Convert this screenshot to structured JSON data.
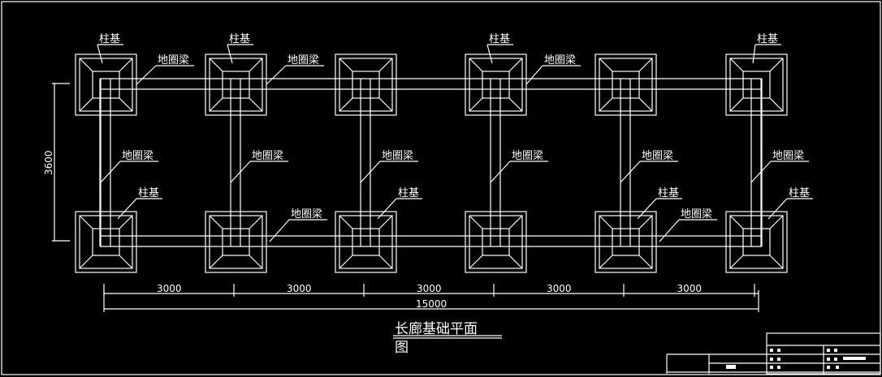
{
  "drawing": {
    "title_line1": "长廊基础平面",
    "title_line2": "图",
    "footing_label": "柱基",
    "beam_label": "地圈梁",
    "dim_vertical": "3600",
    "dim_spans": [
      "3000",
      "3000",
      "3000",
      "3000",
      "3000"
    ],
    "dim_total": "15000",
    "colors": {
      "background": "#000000",
      "lines": "#ffffff"
    }
  },
  "labels": {
    "top_footing": [
      {
        "text": "柱基",
        "col": 0
      },
      {
        "text": "柱基",
        "col": 1
      },
      {
        "text": "柱基",
        "col": 3
      },
      {
        "text": "柱基",
        "col": 5
      }
    ],
    "top_beam": [
      {
        "text": "地圈梁",
        "col": 0
      },
      {
        "text": "地圈梁",
        "col": 1
      },
      {
        "text": "地圈梁",
        "col": 3
      }
    ],
    "mid_beam": [
      "地圈梁",
      "地圈梁",
      "地圈梁",
      "地圈梁",
      "地圈梁",
      "地圈梁"
    ],
    "bottom_footing": [
      {
        "text": "柱基",
        "col": 0
      },
      {
        "text": "柱基",
        "col": 2
      },
      {
        "text": "柱基",
        "col": 4
      },
      {
        "text": "柱基",
        "col": 5
      }
    ],
    "bottom_beam": [
      {
        "text": "地圈梁",
        "col": 1
      },
      {
        "text": "地圈梁",
        "col": 4
      }
    ]
  }
}
